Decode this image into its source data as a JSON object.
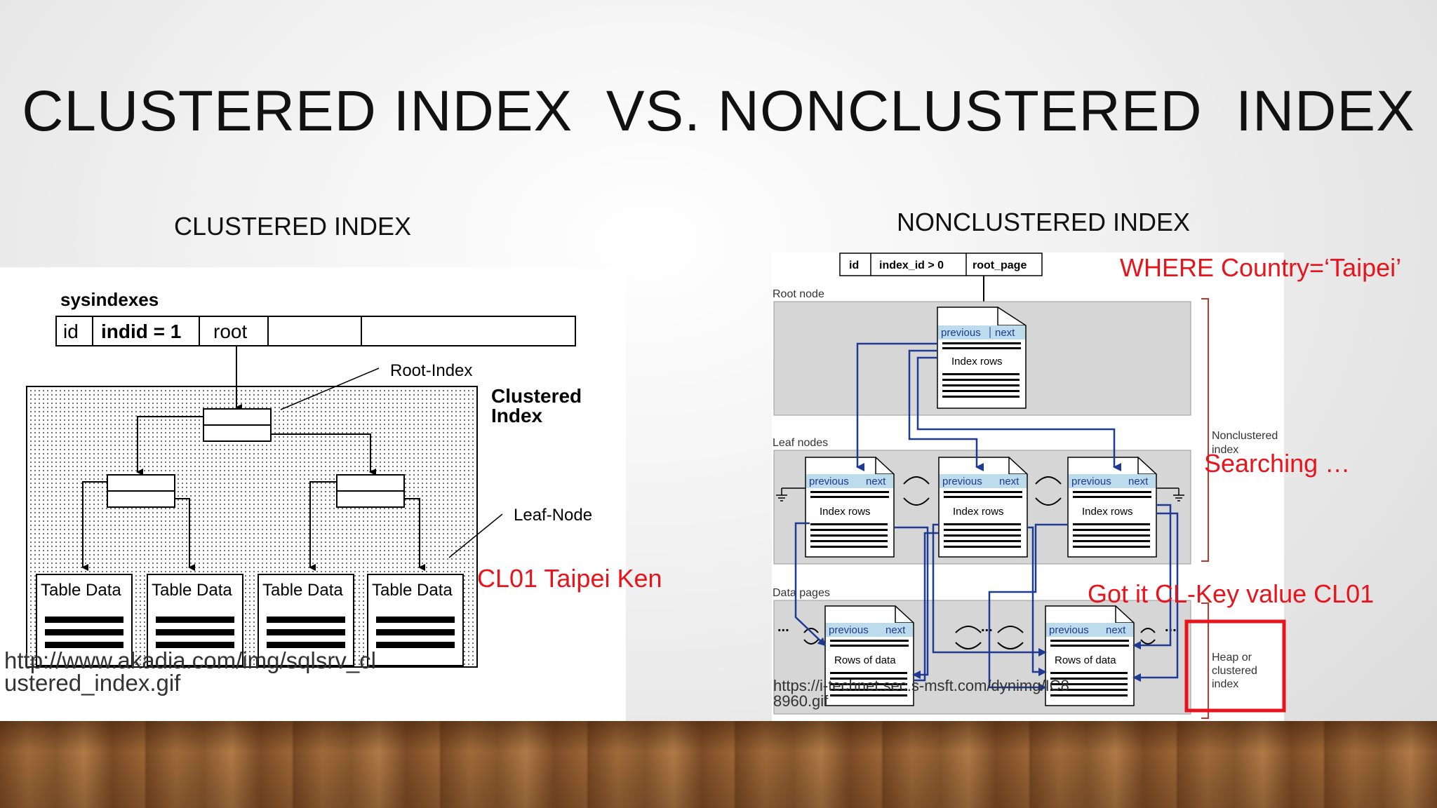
{
  "slide": {
    "title": "CLUSTERED INDEX  VS. NONCLUSTERED  INDEX",
    "left_heading": "CLUSTERED INDEX",
    "right_heading": "NONCLUSTERED INDEX"
  },
  "clustered": {
    "sysindexes_label": "sysindexes",
    "cells": [
      "id",
      "indid = 1",
      "root"
    ],
    "root_index_label": "Root-Index",
    "clustered_index_label": [
      "Clustered",
      "Index"
    ],
    "leaf_node_label": "Leaf-Node",
    "table_data_labels": [
      "Table Data",
      "Table Data",
      "Table Data",
      "Table Data"
    ],
    "annotation": "CL01 Taipei Ken",
    "source_lines": [
      "http://www.akadia.com/img/sqlsrv_cl",
      "ustered_index.gif"
    ]
  },
  "nonclustered": {
    "header_cells": [
      "id",
      "index_id > 0",
      "root_page"
    ],
    "root_node_label": "Root node",
    "leaf_nodes_label": "Leaf nodes",
    "data_pages_label": "Data pages",
    "page_header": [
      "previous",
      "next"
    ],
    "index_rows_label": "Index rows",
    "rows_of_data_label": "Rows of data",
    "nonclustered_index_label": [
      "Nonclustered",
      "index"
    ],
    "heap_label": [
      "Heap or",
      "clustered",
      "index"
    ],
    "ellipsis": "...",
    "where_annotation": "WHERE Country=‘Taipei’",
    "searching_annotation": "Searching …",
    "gotit_annotation": "Got it  CL-Key value CL01",
    "source_lines": [
      "https://i-technet.sec.s-msft.com/dynimg/IC8",
      "8960.gif"
    ]
  },
  "colors": {
    "annotation_red": "#e8141b",
    "arrow_blue": "#1f3a93",
    "page_header_blue": "#bcdcec"
  }
}
